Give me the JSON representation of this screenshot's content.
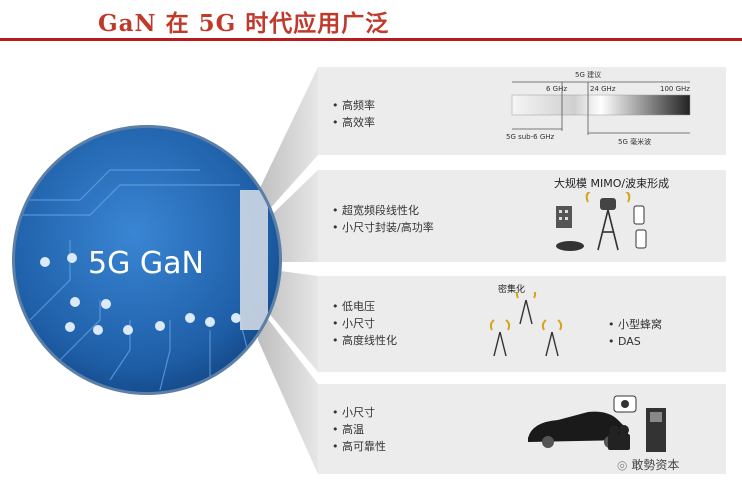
{
  "title": "GaN 在 5G 时代应用广泛",
  "circle": {
    "label": "5G GaN"
  },
  "panels": [
    {
      "bullets": [
        "高频率",
        "高效率"
      ],
      "spectrum": {
        "top_label": "5G 建议",
        "tick_6": "6 GHz",
        "tick_24": "24 GHz",
        "tick_100": "100 GHz",
        "sub6": "5G sub-6 GHz",
        "mmwave": "5G 毫米波"
      }
    },
    {
      "bullets": [
        "超宽频段线性化",
        "小尺寸封装/高功率"
      ],
      "caption": "大规模 MIMO/波束形成"
    },
    {
      "bullets": [
        "低电压",
        "小尺寸",
        "高度线性化"
      ],
      "caption": "密集化",
      "right_bullets": [
        "小型蜂窝",
        "DAS"
      ]
    },
    {
      "bullets": [
        "小尺寸",
        "高温",
        "高可靠性"
      ]
    }
  ],
  "watermark": "敢勢资本",
  "colors": {
    "title_red": "#c0392b",
    "rule_red": "#b71c1c",
    "circle_blue": "#1f5fa8",
    "panel_gray": "#ececec"
  }
}
